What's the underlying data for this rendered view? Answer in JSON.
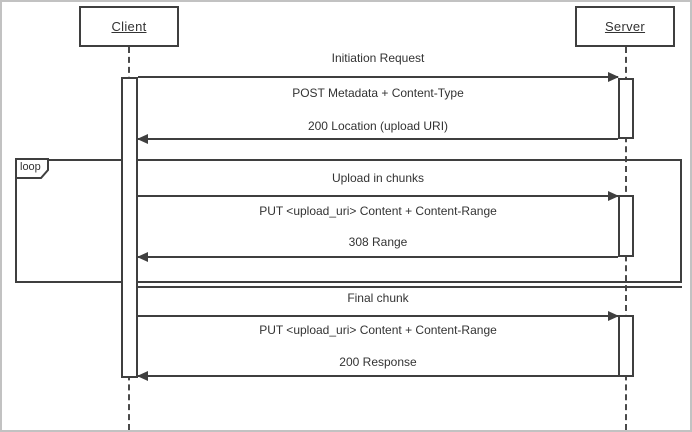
{
  "diagram": {
    "type": "uml-sequence",
    "actors": [
      {
        "id": "client",
        "label": "Client"
      },
      {
        "id": "server",
        "label": "Server"
      }
    ],
    "loop_fragment": {
      "label": "loop"
    },
    "sections": [
      {
        "title": "Initiation Request",
        "messages": [
          {
            "text": "POST Metadata + Content-Type",
            "direction": "right",
            "from": "Client",
            "to": "Server"
          },
          {
            "text": "200 Location (upload URI)",
            "direction": "left",
            "from": "Server",
            "to": "Client"
          }
        ]
      },
      {
        "title": "Upload in chunks",
        "in_loop": true,
        "messages": [
          {
            "text": "PUT <upload_uri> Content + Content-Range",
            "direction": "right",
            "from": "Client",
            "to": "Server"
          },
          {
            "text": "308 Range",
            "direction": "left",
            "from": "Server",
            "to": "Client"
          }
        ]
      },
      {
        "title": "Final chunk",
        "messages": [
          {
            "text": "PUT <upload_uri> Content + Content-Range",
            "direction": "right",
            "from": "Client",
            "to": "Server"
          },
          {
            "text": "200 Response",
            "direction": "left",
            "from": "Server",
            "to": "Client"
          }
        ]
      }
    ],
    "colors": {
      "line": "#3f3f3f",
      "text": "#333333",
      "background": "#ffffff",
      "outer_border": "#c2c2c2"
    }
  }
}
